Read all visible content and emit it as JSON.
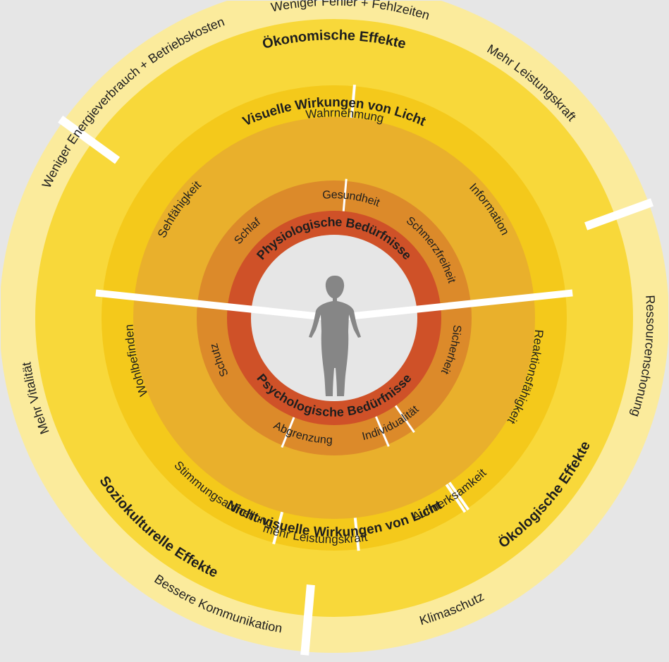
{
  "center": {
    "figure": "person-silhouette"
  },
  "colors": {
    "background": "#e6e6e6",
    "ring5": "#fbeb9c",
    "ring4": "#f8d83a",
    "ring3": "#f4c91b",
    "ring2": "#e9b02c",
    "ring1": "#dc8a2a",
    "core": "#cf5128",
    "center": "#e6e6e6",
    "figure": "#868686",
    "separator": "#ffffff"
  },
  "inner_rings": {
    "upper_title": "Physiologische Bedürfnisse",
    "lower_title": "Psychologische Bedürfnisse",
    "upper_items": [
      "Schlaf",
      "Gesundheit",
      "Schmerzfreiheit"
    ],
    "lower_items": [
      "Schutz",
      "Abgrenzung",
      "Individualität",
      "Sicherheit"
    ]
  },
  "middle_rings": {
    "upper_title": "Visuelle Wirkungen von Licht",
    "lower_title": "Nicht-visuelle Wirkungen von Licht",
    "upper_items": [
      "Sehfähigkeit",
      "Wahrnehmung",
      "Information"
    ],
    "lower_items": [
      "Wohlbefinden",
      "Stimmungsaufhellung",
      "mehr Leistungskraft",
      "Aufmerksamkeit",
      "Reaktionsfähigkeit"
    ]
  },
  "outer_rings": {
    "top_title": "Ökonomische Effekte",
    "left_title": "Soziokulturelle Effekte",
    "right_title": "Ökologische Effekte",
    "top_items": [
      "Weniger Energieverbrauch + Betriebskosten",
      "Weniger Fehler + Fehlzeiten",
      "Mehr Leistungskraft"
    ],
    "left_items": [
      "Mehr Vitalität",
      "Bessere Kommunikation"
    ],
    "right_items": [
      "Ressourcenschonung",
      "Klimaschutz"
    ]
  }
}
